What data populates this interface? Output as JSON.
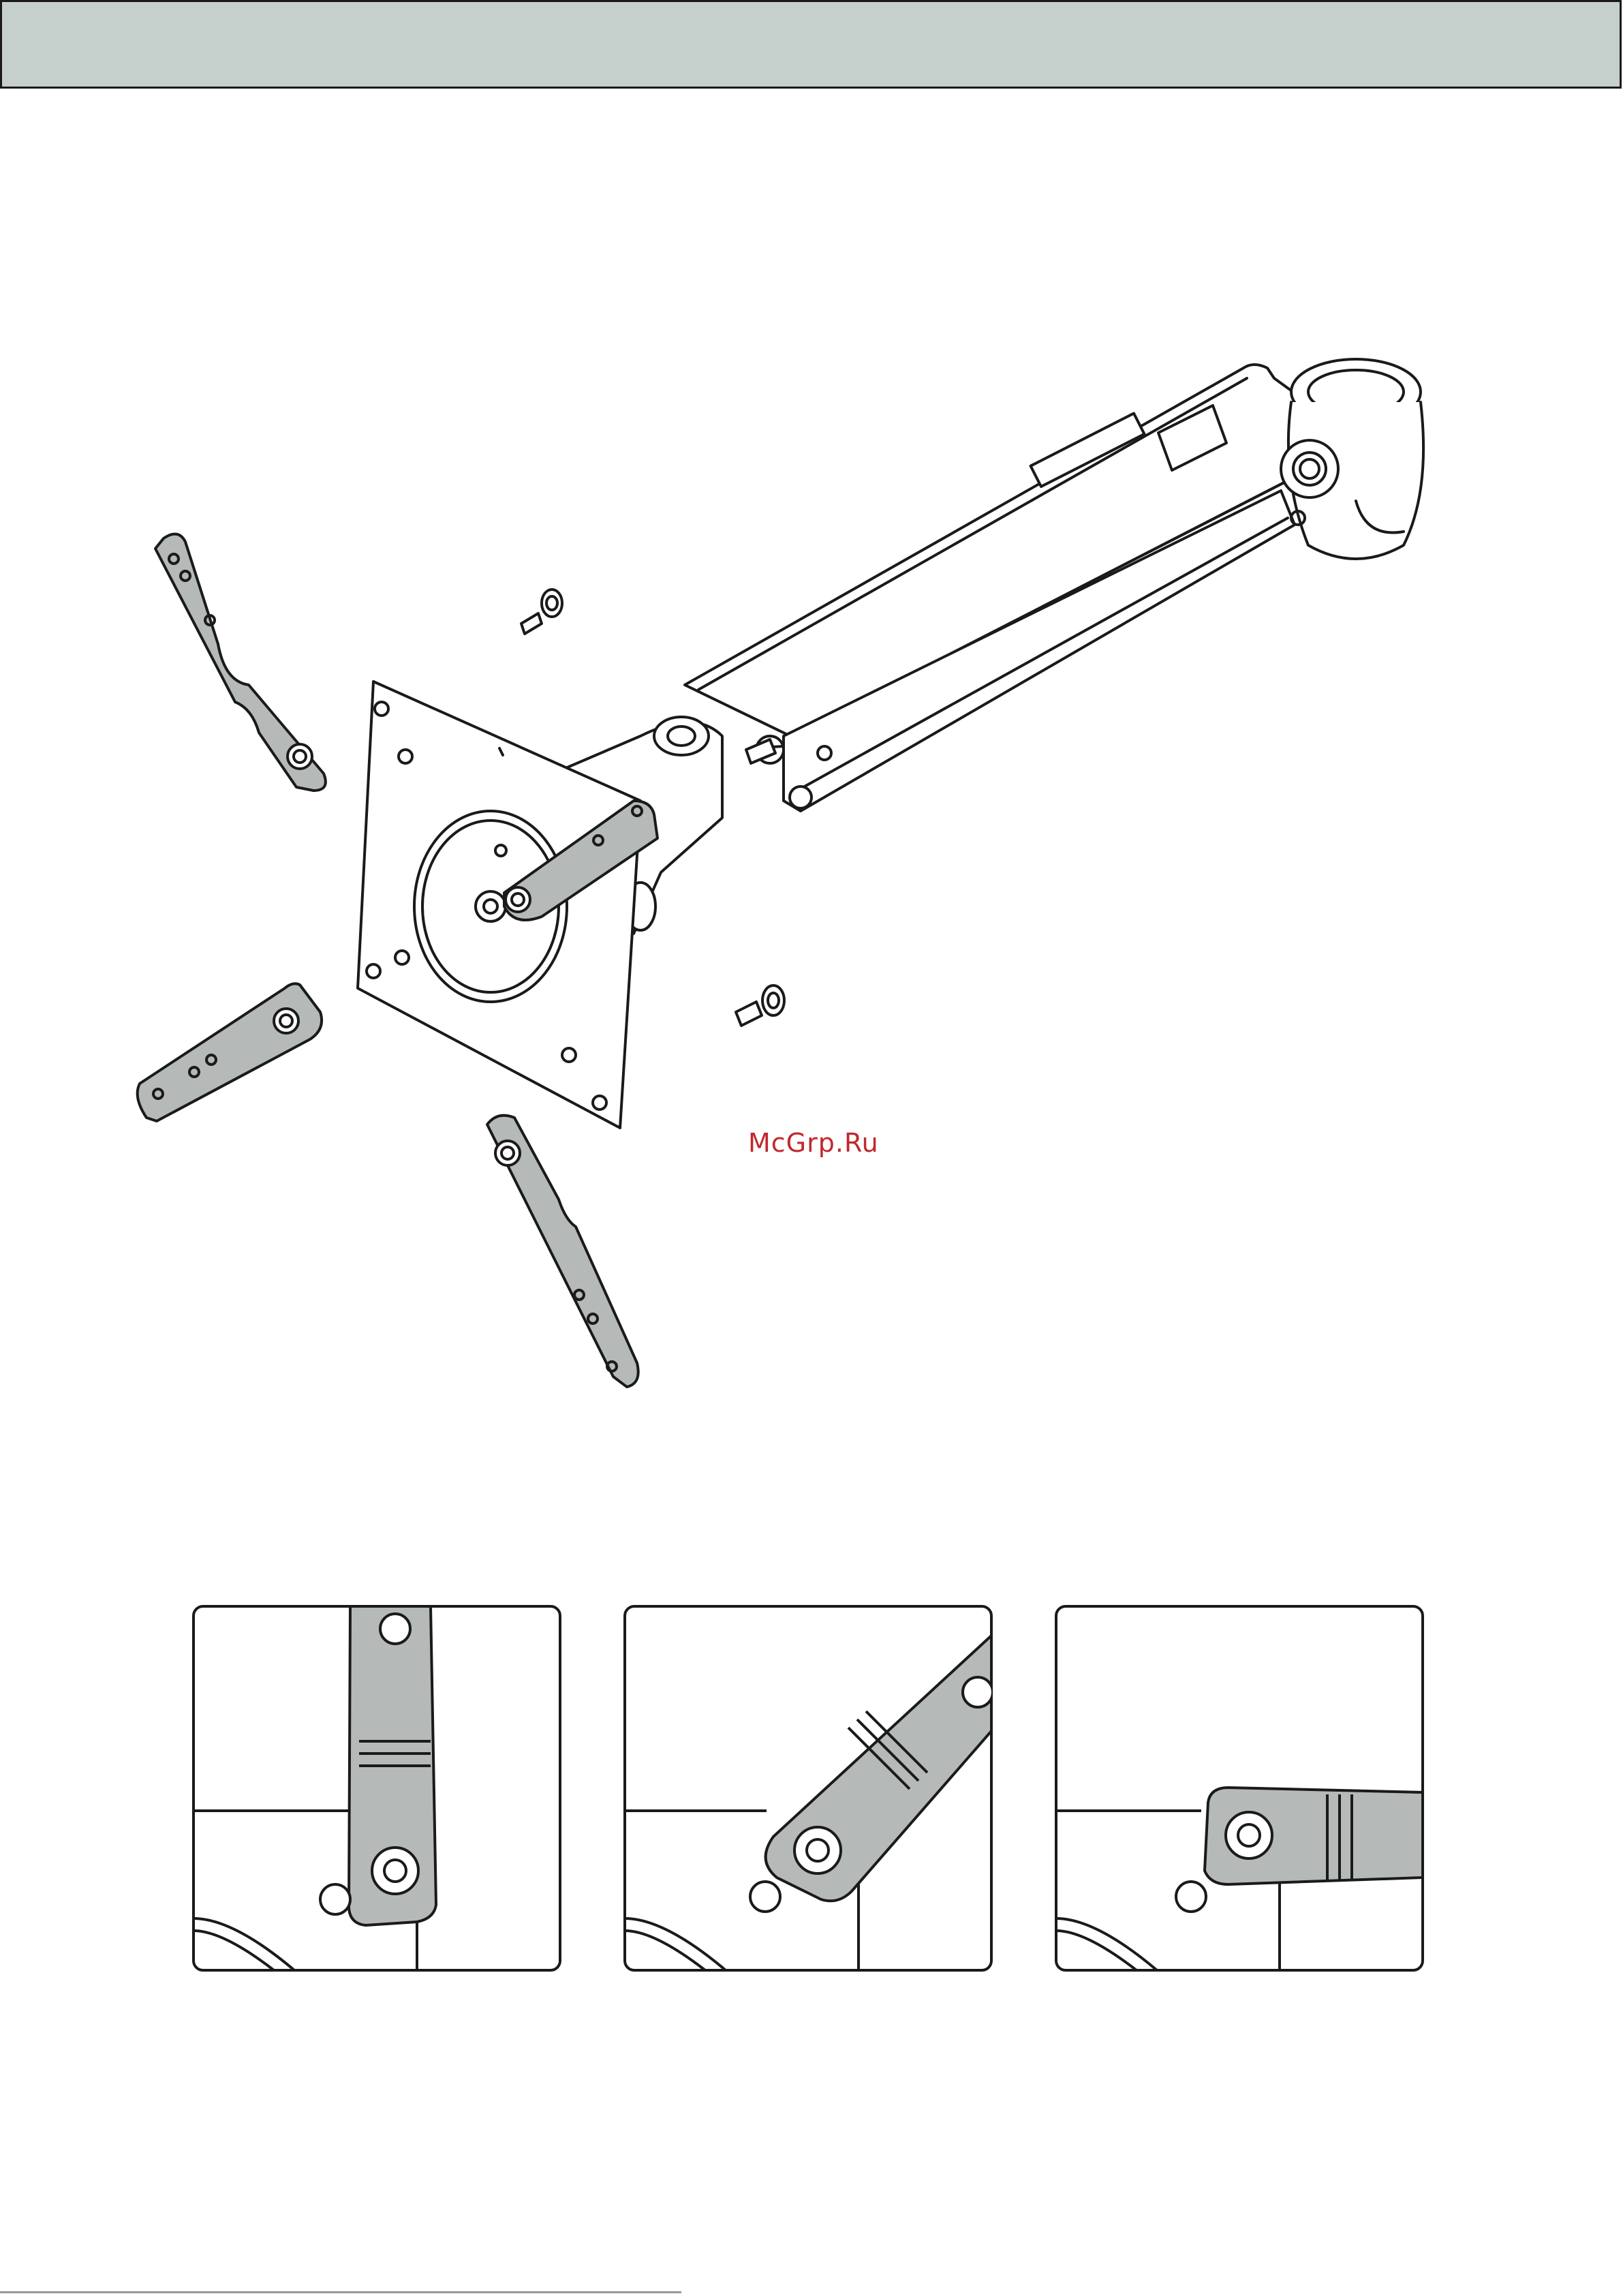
{
  "header": {
    "title": ""
  },
  "watermark": {
    "text": "McGrp.Ru"
  },
  "colors": {
    "header_bg": "#c5cfcc",
    "part_fill": "#b5b9b8",
    "line": "#1a1a1a",
    "watermark": "#c0282d"
  },
  "figure": {
    "main_illustration": "monitor-arm-with-vesa-plate-and-adapter-brackets",
    "detail_panels": [
      "bracket-vertical-orientation",
      "bracket-diagonal-orientation",
      "bracket-horizontal-orientation"
    ]
  }
}
